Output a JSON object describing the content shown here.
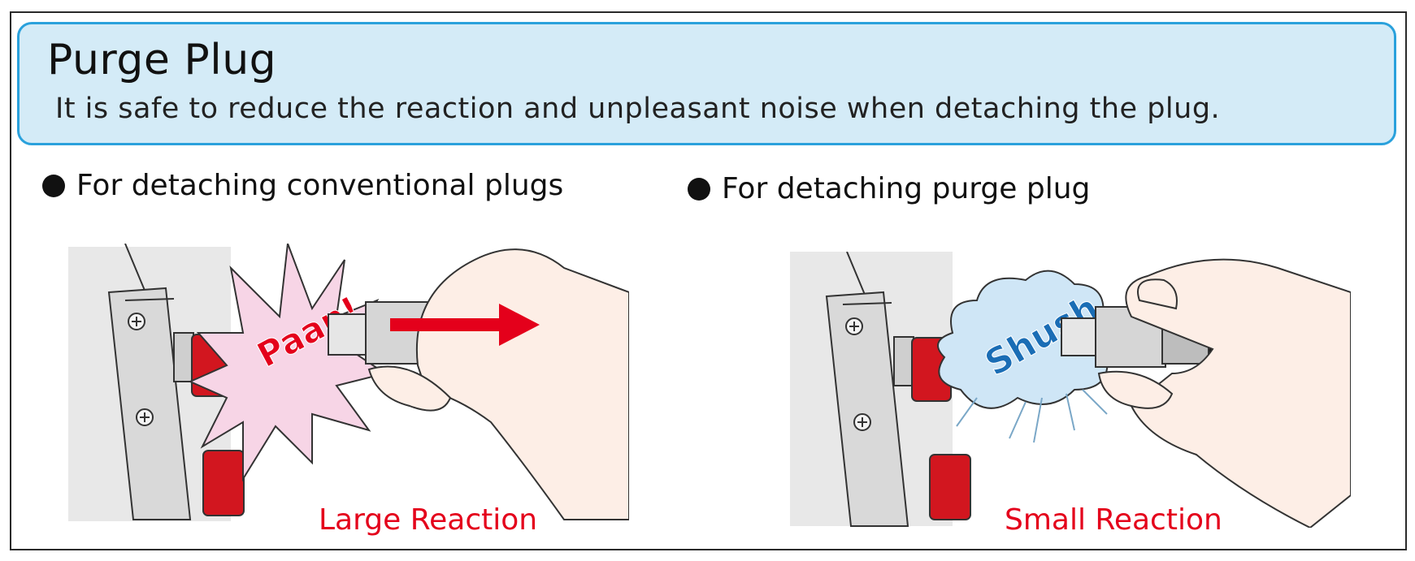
{
  "banner": {
    "title": "Purge Plug",
    "subtitle": "It is safe to reduce the reaction and unpleasant noise when detaching the plug."
  },
  "left": {
    "heading": "For detaching conventional plugs",
    "sound": "Paan!",
    "caption": "Large Reaction"
  },
  "right": {
    "heading": "For detaching purge plug",
    "sound": "Shush",
    "caption": "Small Reaction"
  },
  "colors": {
    "banner_fill": "#d4ebf7",
    "banner_border": "#2aa1dc",
    "accent_red": "#e4001b",
    "accent_blue": "#1a6db5",
    "burst_pink": "#f7d5e6",
    "cloud_blue": "#cfe6f6"
  },
  "icons": {
    "bullet": "filled-circle-icon",
    "arrow": "right-arrow-icon"
  }
}
